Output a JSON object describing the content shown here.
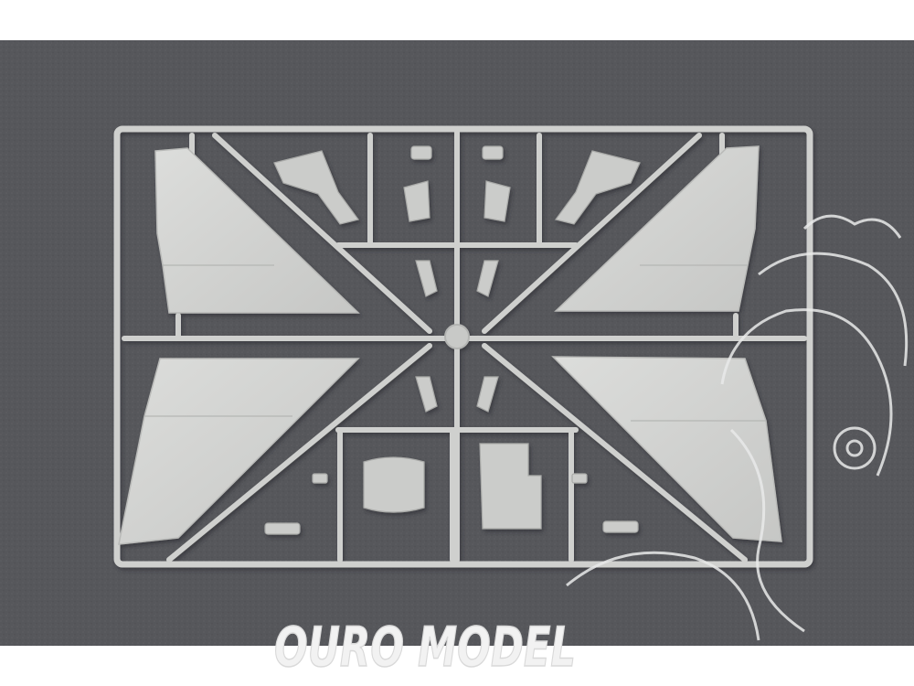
{
  "scene": {
    "subject": "model-kit-sprue",
    "part_groups": [
      "wing-left-upper",
      "wing-right-upper",
      "wing-left-lower",
      "wing-right-lower",
      "small-parts"
    ]
  },
  "watermark": {
    "text": "OURO MODEL"
  },
  "colors": {
    "bg": "#ffffff",
    "felt": "#56575b",
    "plastic": "#d2d3d1",
    "plastic_shadow": "#a3a4a2",
    "watermark": "#f2f2f2"
  }
}
